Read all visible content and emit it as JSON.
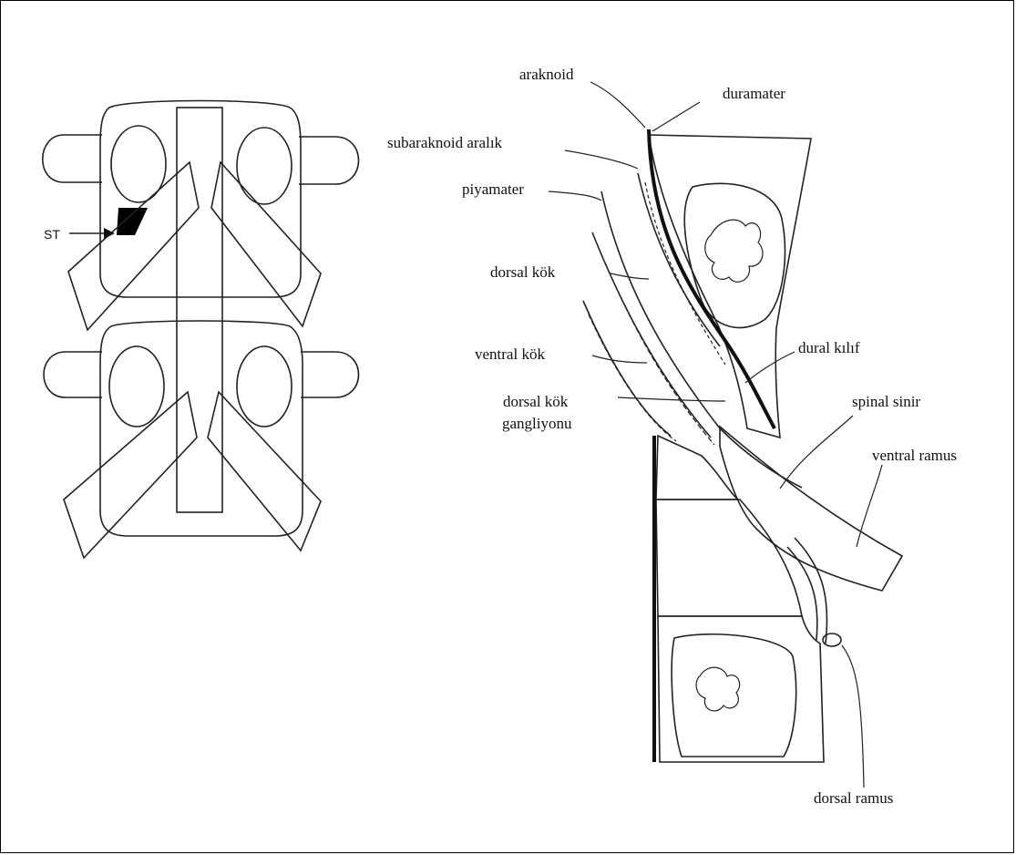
{
  "left_figure": {
    "st_label": "ST"
  },
  "right_figure": {
    "labels": {
      "araknoid": "araknoid",
      "duramater": "duramater",
      "subaraknoid": "subaraknoid aralık",
      "piyamater": "piyamater",
      "dorsal_kok": "dorsal kök",
      "ventral_kok": "ventral kök",
      "dorsal_kok_gangliyonu_line1": "dorsal kök",
      "dorsal_kok_gangliyonu_line2": "gangliyonu",
      "dural_kilif": "dural kılıf",
      "spinal_sinir": "spinal sinir",
      "ventral_ramus": "ventral ramus",
      "dorsal_ramus": "dorsal ramus"
    }
  },
  "colors": {
    "stipple": "#d9d9d9",
    "line": "#222222"
  }
}
